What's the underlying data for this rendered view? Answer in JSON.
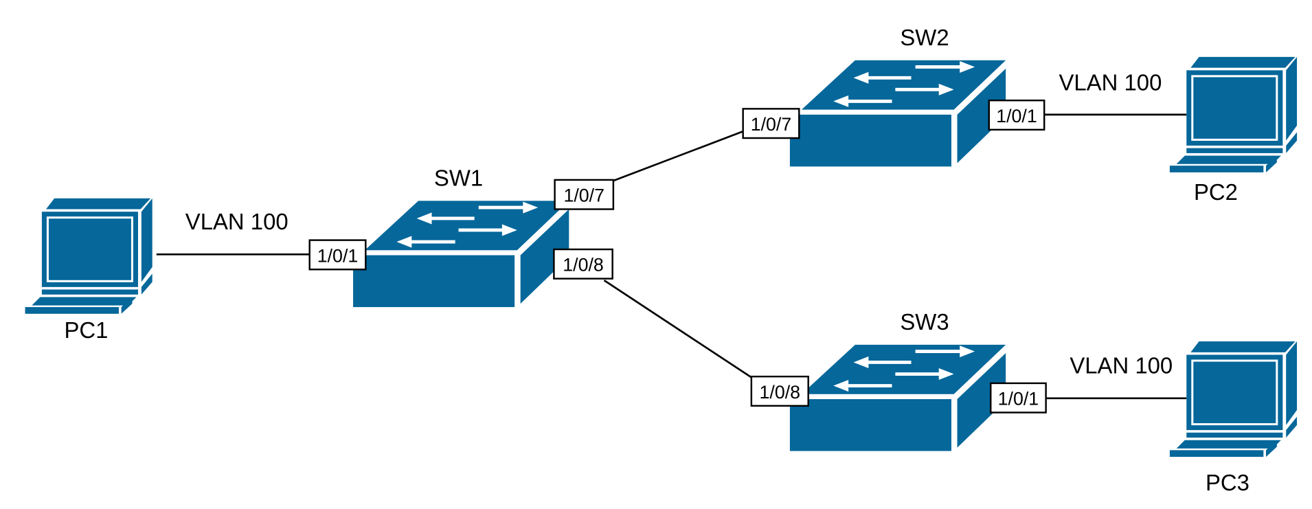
{
  "colors": {
    "device": "#05679a",
    "link": "#000000",
    "port_border": "#000000"
  },
  "devices": {
    "pc1": {
      "label": "PC1",
      "icon": "computer-icon"
    },
    "pc2": {
      "label": "PC2",
      "icon": "computer-icon"
    },
    "pc3": {
      "label": "PC3",
      "icon": "computer-icon"
    },
    "sw1": {
      "label": "SW1",
      "icon": "switch-icon"
    },
    "sw2": {
      "label": "SW2",
      "icon": "switch-icon"
    },
    "sw3": {
      "label": "SW3",
      "icon": "switch-icon"
    }
  },
  "ports": {
    "sw1_p1": "1/0/1",
    "sw1_p7": "1/0/7",
    "sw1_p8": "1/0/8",
    "sw2_p7": "1/0/7",
    "sw2_p1": "1/0/1",
    "sw3_p8": "1/0/8",
    "sw3_p1": "1/0/1"
  },
  "links": [
    {
      "from": "PC1",
      "to": "SW1 1/0/1",
      "label": "VLAN 100"
    },
    {
      "from": "SW1 1/0/7",
      "to": "SW2 1/0/7",
      "label": ""
    },
    {
      "from": "SW1 1/0/8",
      "to": "SW3 1/0/8",
      "label": ""
    },
    {
      "from": "SW2 1/0/1",
      "to": "PC2",
      "label": "VLAN 100"
    },
    {
      "from": "SW3 1/0/1",
      "to": "PC3",
      "label": "VLAN 100"
    }
  ]
}
